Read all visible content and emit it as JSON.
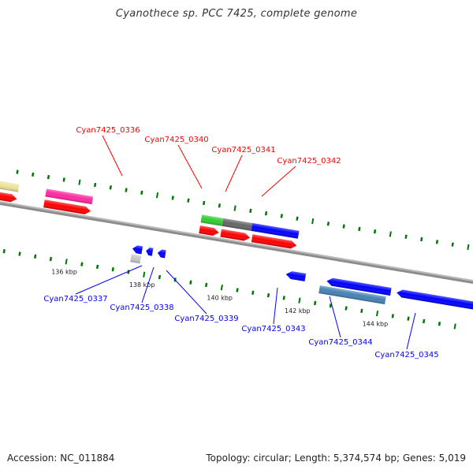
{
  "title": "Cyanothece sp. PCC 7425, complete genome",
  "footer": {
    "accession": "Accession: NC_011884",
    "topology": "Topology: circular; Length: 5,374,574 bp; Genes: 5,019"
  },
  "colors": {
    "forward_label": "#ff0000",
    "reverse_label": "#0000ff",
    "tick": "#007700",
    "backbone": "#8c8c8c"
  },
  "scale": {
    "unit": "kbp",
    "major_ticks": [
      136,
      138,
      140,
      142,
      144
    ],
    "tick_labels": [
      "136 kbp",
      "138 kbp",
      "140 kbp",
      "142 kbp",
      "144 kbp"
    ]
  },
  "features": [
    {
      "id": "yellow-feature",
      "strand": "+",
      "track": "outer",
      "start": 131.0,
      "end": 134.5,
      "color": "#eee39a",
      "shape": "bar"
    },
    {
      "id": "red-cds-1",
      "strand": "+",
      "track": "cds",
      "start": 131.0,
      "end": 134.5,
      "color": "#ff0000",
      "shape": "arrow"
    },
    {
      "id": "Cyan7425_0336",
      "strand": "+",
      "track": "outer",
      "start": 135.2,
      "end": 136.4,
      "color": "#ff2aa0",
      "shape": "bar"
    },
    {
      "id": "red-cds-2",
      "strand": "+",
      "track": "cds",
      "start": 135.2,
      "end": 136.4,
      "color": "#ff0000",
      "shape": "arrow"
    },
    {
      "id": "Cyan7425_0340",
      "strand": "+",
      "track": "outer",
      "start": 139.2,
      "end": 139.75,
      "color": "#33cc33",
      "shape": "bar"
    },
    {
      "id": "Cyan7425_0341",
      "strand": "+",
      "track": "outer",
      "start": 139.75,
      "end": 140.5,
      "color": "#666666",
      "shape": "bar"
    },
    {
      "id": "Cyan7425_0342",
      "strand": "+",
      "track": "outer",
      "start": 140.5,
      "end": 141.7,
      "color": "#0000ff",
      "shape": "bar"
    },
    {
      "id": "red-cds-3",
      "strand": "+",
      "track": "cds",
      "start": 139.2,
      "end": 139.7,
      "color": "#ff0000",
      "shape": "arrow"
    },
    {
      "id": "red-cds-4",
      "strand": "+",
      "track": "cds",
      "start": 139.75,
      "end": 140.5,
      "color": "#ff0000",
      "shape": "arrow"
    },
    {
      "id": "red-cds-5",
      "strand": "+",
      "track": "cds",
      "start": 140.55,
      "end": 141.7,
      "color": "#ff0000",
      "shape": "arrow"
    },
    {
      "id": "Cyan7425_0337",
      "strand": "-",
      "track": "cds",
      "start": 137.6,
      "end": 137.85,
      "color": "#0000ff",
      "shape": "arrow"
    },
    {
      "id": "Cyan7425_0338",
      "strand": "-",
      "track": "cds",
      "start": 137.95,
      "end": 138.12,
      "color": "#0000ff",
      "shape": "arrow"
    },
    {
      "id": "Cyan7425_0339",
      "strand": "-",
      "track": "cds",
      "start": 138.25,
      "end": 138.45,
      "color": "#0000ff",
      "shape": "arrow"
    },
    {
      "id": "grey-feature",
      "strand": "-",
      "track": "outer",
      "start": 137.6,
      "end": 137.85,
      "color": "#c8c8c8",
      "shape": "bar"
    },
    {
      "id": "Cyan7425_0343",
      "strand": "-",
      "track": "cds",
      "start": 141.55,
      "end": 142.05,
      "color": "#0000ff",
      "shape": "arrow"
    },
    {
      "id": "Cyan7425_0344",
      "strand": "-",
      "track": "cds",
      "start": 142.6,
      "end": 144.25,
      "color": "#0000ff",
      "shape": "arrow"
    },
    {
      "id": "steelblue-feature",
      "strand": "-",
      "track": "outer",
      "start": 142.45,
      "end": 144.15,
      "color": "#4682b4",
      "shape": "bar"
    },
    {
      "id": "Cyan7425_0345",
      "strand": "-",
      "track": "cds",
      "start": 144.4,
      "end": 147.0,
      "color": "#0000ff",
      "shape": "arrow"
    }
  ],
  "labels": [
    {
      "text": "Cyan7425_0336",
      "strand": "+",
      "feature": "Cyan7425_0336"
    },
    {
      "text": "Cyan7425_0340",
      "strand": "+",
      "feature": "Cyan7425_0340"
    },
    {
      "text": "Cyan7425_0341",
      "strand": "+",
      "feature": "Cyan7425_0341"
    },
    {
      "text": "Cyan7425_0342",
      "strand": "+",
      "feature": "Cyan7425_0342"
    },
    {
      "text": "Cyan7425_0337",
      "strand": "-",
      "feature": "Cyan7425_0337"
    },
    {
      "text": "Cyan7425_0338",
      "strand": "-",
      "feature": "Cyan7425_0338"
    },
    {
      "text": "Cyan7425_0339",
      "strand": "-",
      "feature": "Cyan7425_0339"
    },
    {
      "text": "Cyan7425_0343",
      "strand": "-",
      "feature": "Cyan7425_0343"
    },
    {
      "text": "Cyan7425_0344",
      "strand": "-",
      "feature": "Cyan7425_0344"
    },
    {
      "text": "Cyan7425_0345",
      "strand": "-",
      "feature": "Cyan7425_0345"
    }
  ]
}
